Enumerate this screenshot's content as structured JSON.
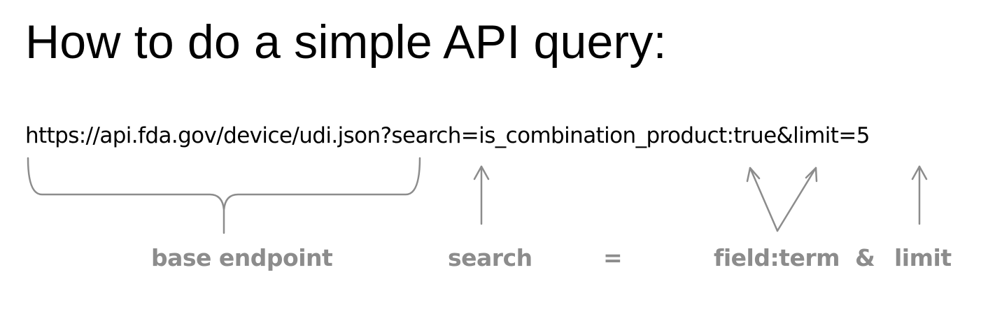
{
  "title": "How to do a simple API query:",
  "url": "https://api.fda.gov/device/udi.json?search=is_combination_product:true&limit=5",
  "labels": {
    "base_endpoint": "base endpoint",
    "search": "search",
    "equals": "=",
    "field_term": "field:term",
    "ampersand": "&",
    "limit": "limit"
  },
  "annotation_color": "#8c8c8c"
}
